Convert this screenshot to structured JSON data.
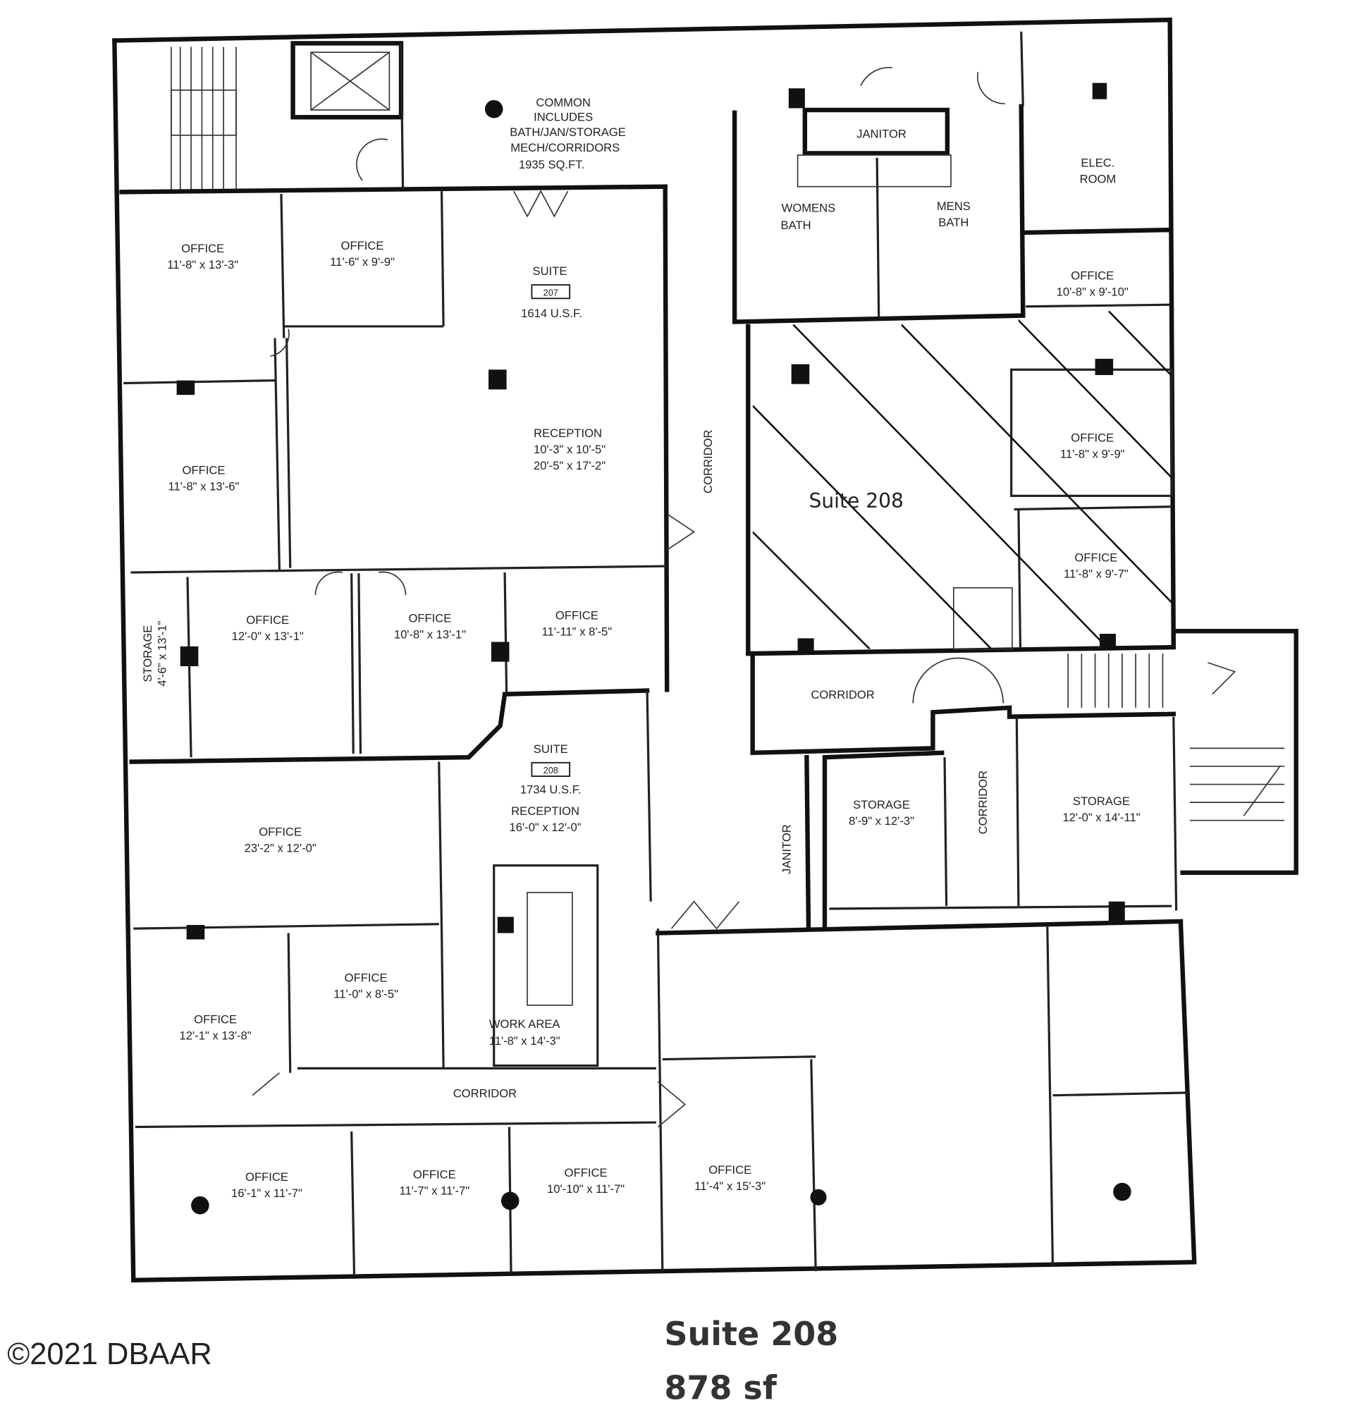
{
  "plan": {
    "common": {
      "l1": "COMMON",
      "l2": "INCLUDES",
      "l3": "BATH/JAN/STORAGE",
      "l4": "MECH/CORRIDORS",
      "l5": "1935 SQ.FT."
    },
    "suite207": {
      "label": "SUITE",
      "number": "207",
      "area": "1614 U.S.F."
    },
    "reception207": {
      "label": "RECEPTION",
      "dim1": "10'-3\" x 10'-5\"",
      "dim2": "20'-5\" x 17'-2\""
    },
    "suite208": {
      "label": "SUITE",
      "number": "208",
      "area": "1734 U.S.F.",
      "reception": "RECEPTION",
      "reception_dim": "16'-0\" x 12'-0\""
    },
    "suite208_overlay": "Suite 208",
    "rooms": [
      {
        "label": "OFFICE",
        "dim": "11'-8\" x 13'-3\""
      },
      {
        "label": "OFFICE",
        "dim": "11'-6\" x 9'-9\""
      },
      {
        "label": "OFFICE",
        "dim": "11'-8\" x 13'-6\""
      },
      {
        "label": "OFFICE",
        "dim": "12'-0\" x 13'-1\""
      },
      {
        "label": "OFFICE",
        "dim": "10'-8\" x 13'-1\""
      },
      {
        "label": "OFFICE",
        "dim": "11'-11\" x 8'-5\""
      },
      {
        "label": "OFFICE",
        "dim": "10'-8\" x 9'-10\""
      },
      {
        "label": "OFFICE",
        "dim": "11'-8\" x 9'-9\""
      },
      {
        "label": "OFFICE",
        "dim": "11'-8\" x 9'-7\""
      },
      {
        "label": "OFFICE",
        "dim": "23'-2\" x 12'-0\""
      },
      {
        "label": "OFFICE",
        "dim": "11'-0\" x 8'-5\""
      },
      {
        "label": "OFFICE",
        "dim": "12'-1\" x 13'-8\""
      },
      {
        "label": "OFFICE",
        "dim": "16'-1\" x 11'-7\""
      },
      {
        "label": "OFFICE",
        "dim": "11'-7\" x 11'-7\""
      },
      {
        "label": "OFFICE",
        "dim": "10'-10\" x 11'-7\""
      },
      {
        "label": "OFFICE",
        "dim": "11'-4\" x 15'-3\""
      }
    ],
    "storage_left": {
      "label": "STORAGE",
      "dim": "4'-6\" x 13'-1\""
    },
    "storage_mid": {
      "label": "STORAGE",
      "dim": "8'-9\" x 12'-3\""
    },
    "storage_right": {
      "label": "STORAGE",
      "dim": "12'-0\" x 14'-11\""
    },
    "work_area": {
      "label": "WORK AREA",
      "dim": "11'-8\" x 14'-3\""
    },
    "janitor_top": "JANITOR",
    "janitor_side": "JANITOR",
    "womens_bath": {
      "l1": "WOMENS",
      "l2": "BATH"
    },
    "mens_bath": {
      "l1": "MENS",
      "l2": "BATH"
    },
    "elec_room": {
      "l1": "ELEC.",
      "l2": "ROOM"
    },
    "corridor_main": "CORRIDOR",
    "corridor_east": "CORRIDOR",
    "corridor_storage": "CORRIDOR",
    "corridor_south": "CORRIDOR"
  },
  "caption": {
    "title": "Suite 208",
    "area": "878 sf"
  },
  "copyright": "©2021 DBAAR"
}
